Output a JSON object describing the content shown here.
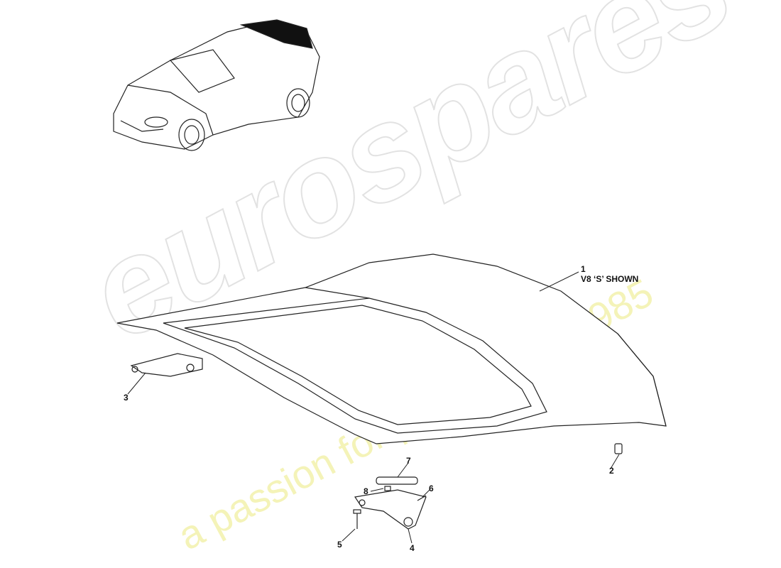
{
  "watermark": {
    "brand": "eurospares",
    "tagline": "a passion for parts since 1985",
    "tagline_color": "#f2f0a8"
  },
  "callouts": [
    {
      "number": "1",
      "note": "V8 ‘S’ SHOWN"
    },
    {
      "number": "2"
    },
    {
      "number": "3"
    },
    {
      "number": "4"
    },
    {
      "number": "5"
    },
    {
      "number": "6"
    },
    {
      "number": "7"
    },
    {
      "number": "8"
    }
  ]
}
